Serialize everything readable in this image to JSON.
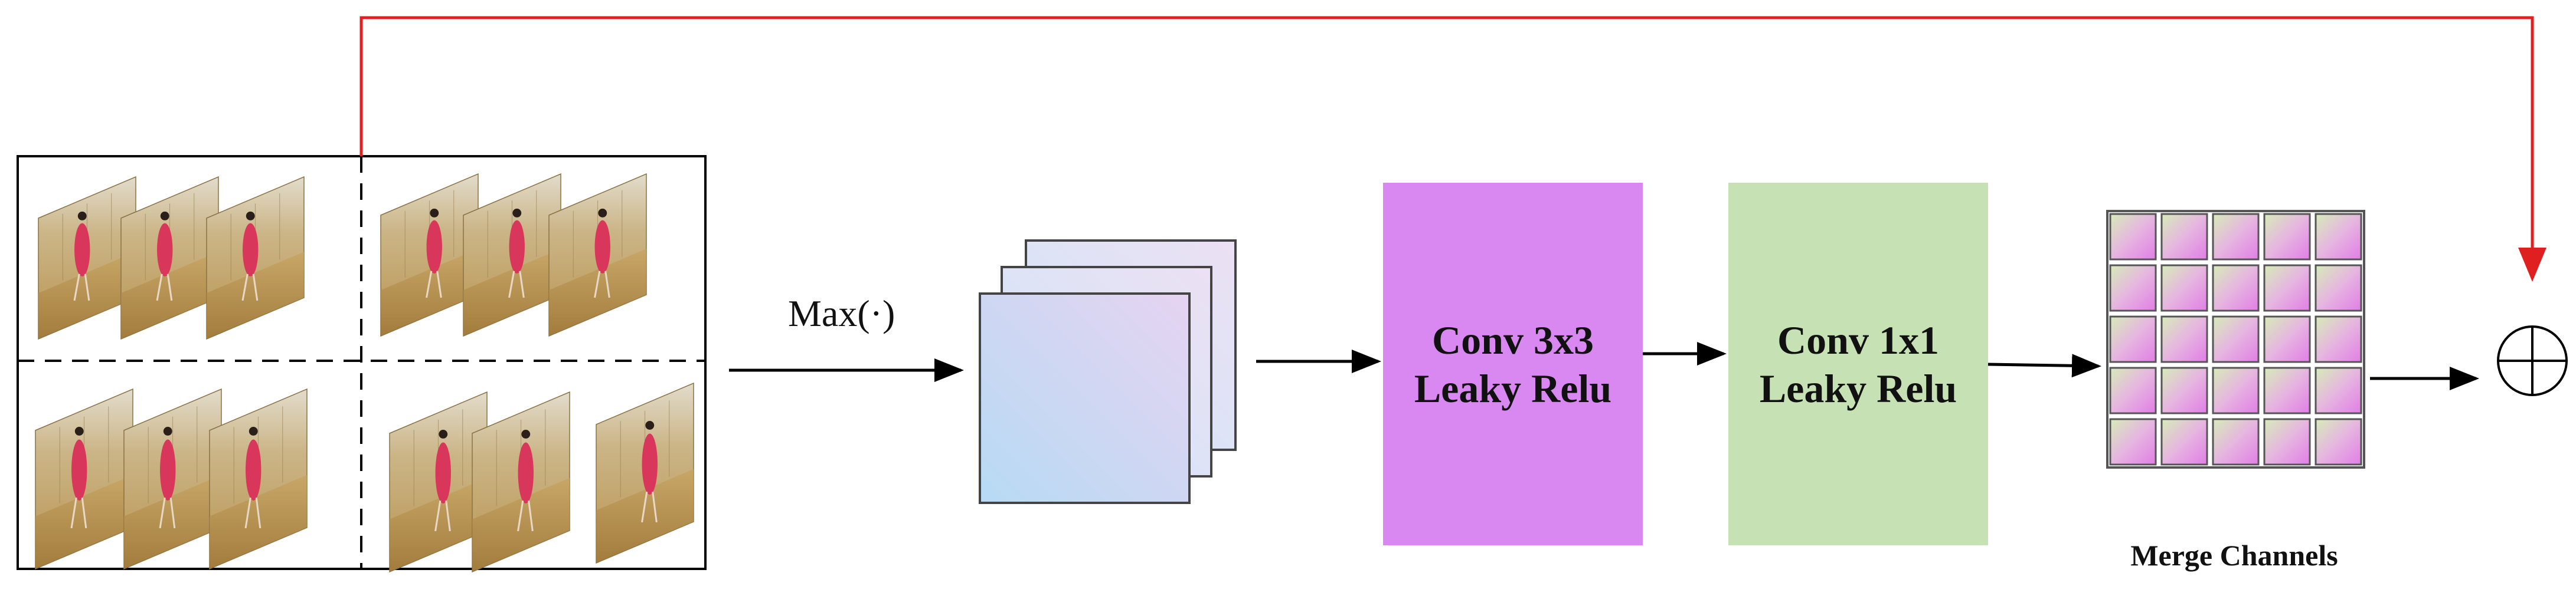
{
  "operation": {
    "label": "Max(·)"
  },
  "blocks": [
    {
      "id": "conv3",
      "line1": "Conv 3x3",
      "line2": "Leaky Relu",
      "color": "#d987f1"
    },
    {
      "id": "conv1",
      "line1": "Conv 1x1",
      "line2": "Leaky Relu",
      "color": "#c6e1b4"
    }
  ],
  "merge": {
    "label": "Merge Channels",
    "rows": 5,
    "cols": 5
  },
  "colors": {
    "skip_arrow": "#e02020",
    "flow_arrow": "#000000",
    "frame_wall": "#c9b27a",
    "frame_floor": "#b08c4a",
    "player_red": "#d8365a",
    "stack_a": "#b7daf4",
    "stack_b": "#e6d4f1",
    "cell_a": "#e17ee6",
    "cell_b": "#d6ecb8"
  },
  "icons": {
    "sum": "circle-plus-icon"
  }
}
